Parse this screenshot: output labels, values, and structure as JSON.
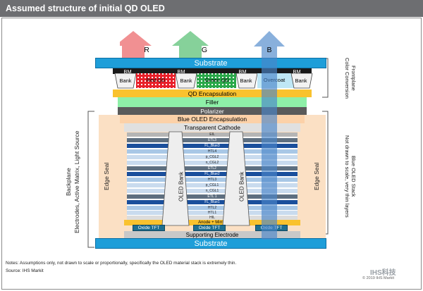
{
  "title": "Assumed structure of initial QD OLED",
  "arrows": [
    {
      "label": "R",
      "color": "#f08a8c",
      "text_color": "#ffffff"
    },
    {
      "label": "G",
      "color": "#7fcf95",
      "text_color": "#ffffff"
    },
    {
      "label": "B",
      "color": "#7aa6d8",
      "text_color": "#ffffff"
    }
  ],
  "front": {
    "substrate": "Substrate",
    "bm": "BM",
    "bank": "Bank",
    "red_qd": "Red QD",
    "green_qd": "Green QD",
    "overcoat": "Overcoat",
    "qd_encapsulation": "QD Encapsulation",
    "filler": "Filler",
    "polarizer": "Polarizer",
    "label": "Frontplane\nColor Conversion"
  },
  "stack": {
    "blue_oled_encapsulation": "Blue OLED Encapsulation",
    "transparent_cathode": "Transparent Cathode",
    "layers": [
      "EIL",
      "ETL3",
      "FL_Blue3",
      "HTL4",
      "p_CGL2",
      "n_CGL2",
      "ETL2",
      "FL_Blue2",
      "HTL3",
      "p_CGL1",
      "n_CGL1",
      "ETL 1",
      "FL_Blue1",
      "HTL2",
      "HTL1",
      "HIL"
    ],
    "anode": "Anode + Mirror",
    "oled_bank": "OLED Bank",
    "tft": "Oxide TFT",
    "supporting_electrode": "Supporting Electrode",
    "edge_seal": "Edge Seal",
    "label": "Blue OLED Stack\nNot drawn to scale, very thin layers"
  },
  "back": {
    "substrate": "Substrate",
    "label": "Backplane\nElectrodes, Active Matrix, Light Source"
  },
  "notes": "Notes: Assumptions only, not drawn to scale or proportionally, specifically the OLED material stack is extremely thin.",
  "source": "Source: IHS Markit",
  "copyright": "© 2019 IHS Markit",
  "watermark": "IHS科技"
}
